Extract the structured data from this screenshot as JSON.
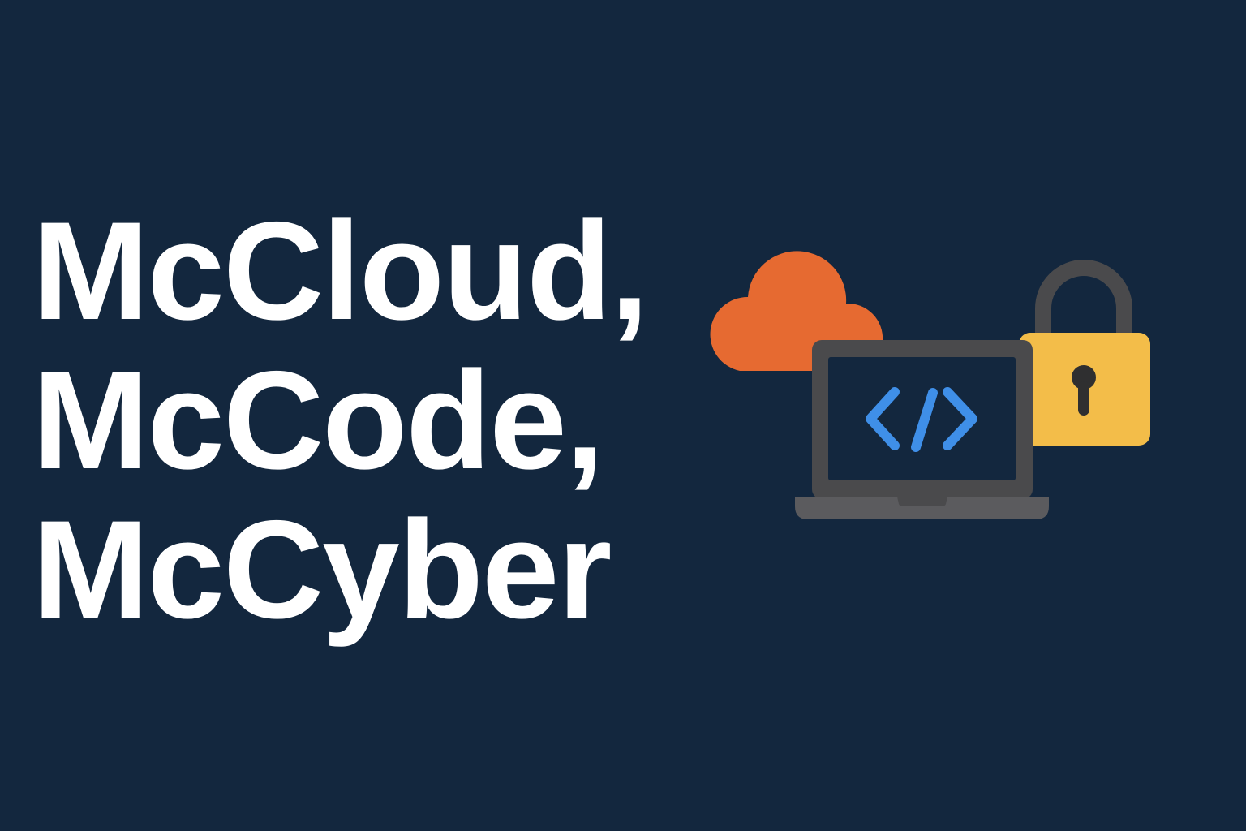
{
  "colors": {
    "background": "#13273e",
    "text": "#ffffff",
    "cloud": "#e66a31",
    "laptop_body": "#4a4a4c",
    "laptop_screen": "#13273e",
    "laptop_base": "#5b5b5e",
    "code_symbol": "#3f8fe8",
    "lock_body": "#f3bd49",
    "lock_shackle": "#4a4a4c",
    "keyhole": "#2f2f30"
  },
  "headline": {
    "lines": [
      "McCloud,",
      "McCode,",
      "McCyber"
    ]
  },
  "illustration": {
    "icons": [
      "cloud-icon",
      "laptop-code-icon",
      "padlock-icon"
    ]
  }
}
